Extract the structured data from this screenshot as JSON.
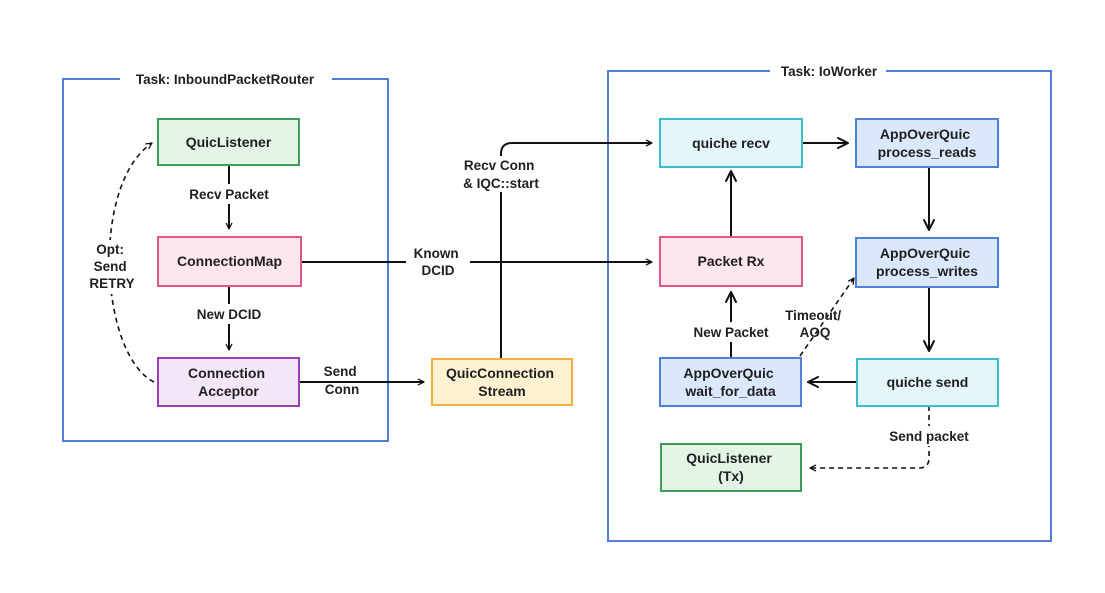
{
  "groups": {
    "router": {
      "title": "Task: InboundPacketRouter"
    },
    "worker": {
      "title": "Task: IoWorker"
    }
  },
  "nodes": {
    "quic_listener": {
      "lines": [
        "QuicListener"
      ],
      "fill": "#e3f4e6",
      "stroke": "#3f9c56"
    },
    "connection_map": {
      "lines": [
        "ConnectionMap"
      ],
      "fill": "#fde7ef",
      "stroke": "#e2558a"
    },
    "connection_acceptor": {
      "lines": [
        "Connection",
        "Acceptor"
      ],
      "fill": "#f2e6f7",
      "stroke": "#9c3fb5"
    },
    "quic_connection_stream": {
      "lines": [
        "QuicConnection",
        "Stream"
      ],
      "fill": "#fff1d1",
      "stroke": "#f0b23a"
    },
    "quiche_recv": {
      "lines": [
        "quiche recv"
      ],
      "fill": "#e3f6f9",
      "stroke": "#3bbdd0"
    },
    "packet_rx": {
      "lines": [
        "Packet Rx"
      ],
      "fill": "#fde7ef",
      "stroke": "#e2558a"
    },
    "aoq_wait_for_data": {
      "lines": [
        "AppOverQuic",
        "wait_for_data"
      ],
      "fill": "#dbe7fb",
      "stroke": "#4e7fd9"
    },
    "quic_listener_tx": {
      "lines": [
        "QuicListener",
        "(Tx)"
      ],
      "fill": "#e3f4e6",
      "stroke": "#3f9c56"
    },
    "aoq_process_reads": {
      "lines": [
        "AppOverQuic",
        "process_reads"
      ],
      "fill": "#dbe7fb",
      "stroke": "#4e7fd9"
    },
    "aoq_process_writes": {
      "lines": [
        "AppOverQuic",
        "process_writes"
      ],
      "fill": "#dbe7fb",
      "stroke": "#4e7fd9"
    },
    "quiche_send": {
      "lines": [
        "quiche send"
      ],
      "fill": "#e3f6f9",
      "stroke": "#3bbdd0"
    }
  },
  "edges": {
    "recv_packet": {
      "lines": [
        "Recv Packet"
      ]
    },
    "new_dcid": {
      "lines": [
        "New DCID"
      ]
    },
    "opt_send_retry": {
      "lines": [
        "Opt:",
        "Send",
        "RETRY"
      ]
    },
    "send_conn": {
      "lines": [
        "Send",
        "Conn"
      ]
    },
    "known_dcid": {
      "lines": [
        "Known",
        "DCID"
      ]
    },
    "recv_conn_start": {
      "lines": [
        "Recv Conn",
        "& IQC::start"
      ]
    },
    "new_packet": {
      "lines": [
        "New Packet"
      ]
    },
    "timeout_aoq": {
      "lines": [
        "Timeout/",
        "AOQ"
      ]
    },
    "send_packet": {
      "lines": [
        "Send packet"
      ]
    }
  }
}
